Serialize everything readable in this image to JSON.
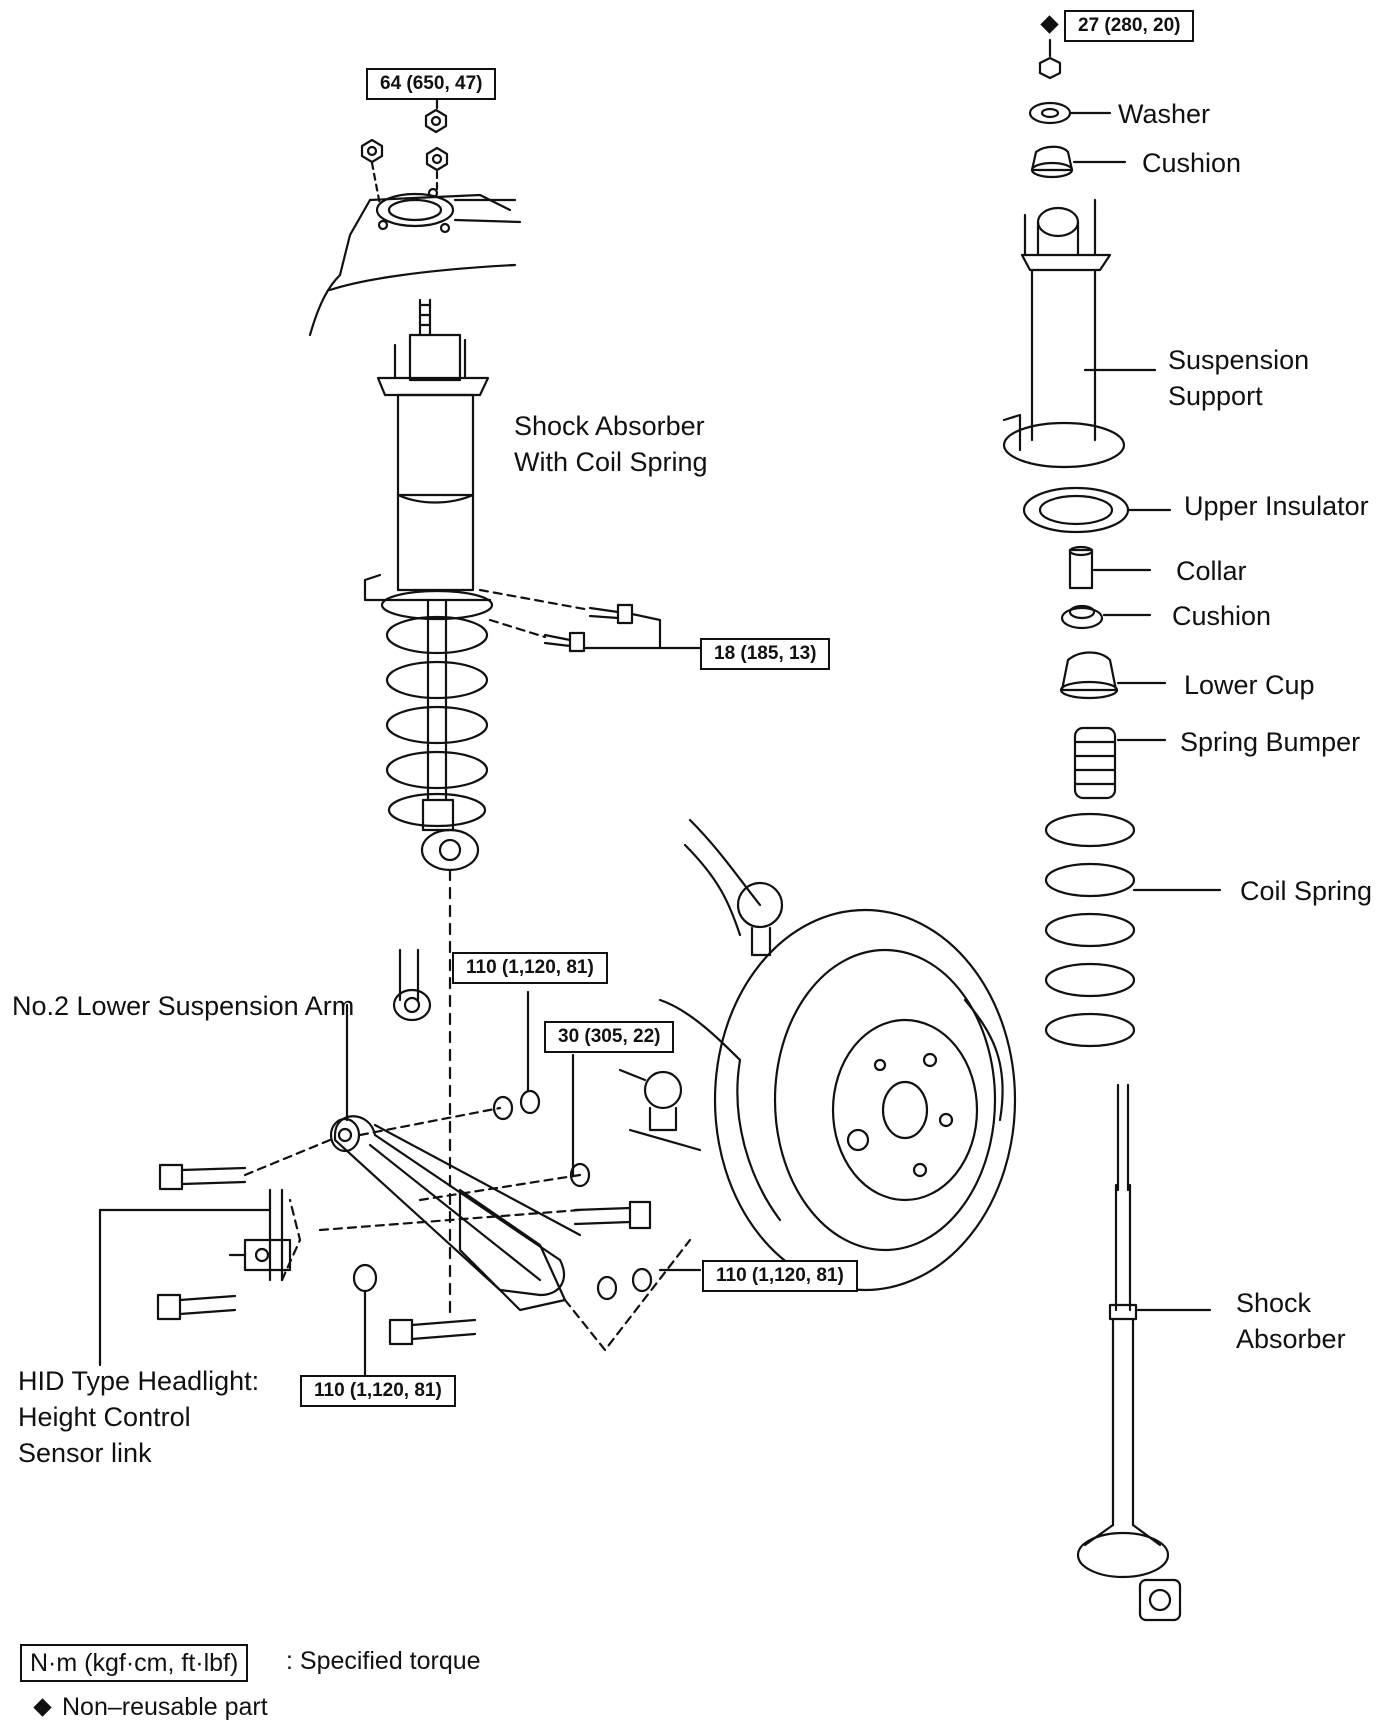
{
  "labels": {
    "shock_absorber_with_coil_spring": "Shock Absorber\nWith Coil Spring",
    "no2_lower_suspension_arm": "No.2 Lower Suspension Arm",
    "hid_headlight": "HID Type Headlight:\nHeight Control\nSensor link",
    "washer": "Washer",
    "cushion_top": "Cushion",
    "suspension_support": "Suspension\nSupport",
    "upper_insulator": "Upper Insulator",
    "collar": "Collar",
    "cushion_mid": "Cushion",
    "lower_cup": "Lower Cup",
    "spring_bumper": "Spring Bumper",
    "coil_spring": "Coil Spring",
    "shock_absorber": "Shock\nAbsorber"
  },
  "torques": {
    "t_top_left": "64 (650, 47)",
    "t_top_right": "27 (280, 20)",
    "t_shock_bolts": "18 (185, 13)",
    "t_arm_upper": "110 (1,120, 81)",
    "t_arm_mid": "30 (305, 22)",
    "t_arm_right": "110 (1,120, 81)",
    "t_arm_bottom": "110 (1,120, 81)"
  },
  "legend": {
    "unit_box": "N·m (kgf·cm, ft·lbf)",
    "unit_desc": ": Specified torque",
    "nonreusable": "Non–reusable part"
  }
}
